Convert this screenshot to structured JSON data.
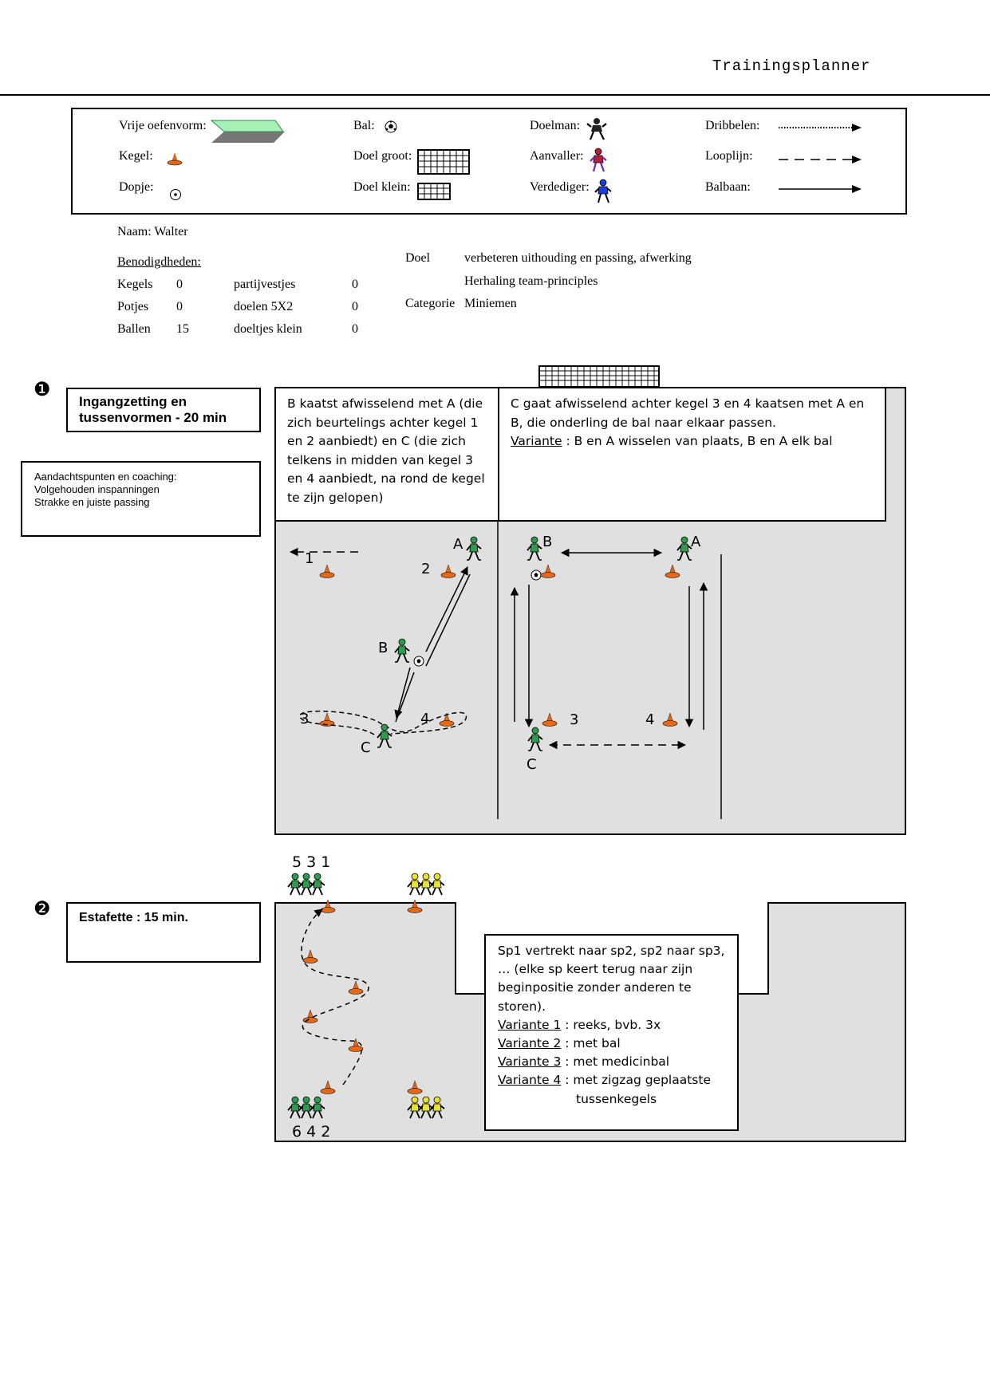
{
  "header": {
    "title": "Trainingsplanner"
  },
  "legend": {
    "vrije_oefenvorm": "Vrije oefenvorm:",
    "kegel": "Kegel:",
    "dopje": "Dopje:",
    "bal": "Bal:",
    "doel_groot": "Doel groot:",
    "doel_klein": "Doel klein:",
    "doelman": "Doelman:",
    "aanvaller": "Aanvaller:",
    "verdediger": "Verdediger:",
    "dribbelen": "Dribbelen:",
    "looplijn": "Looplijn:",
    "balbaan": "Balbaan:"
  },
  "info": {
    "naam": "Naam: Walter",
    "benodigdheden_title": "Benodigdheden:",
    "materials": [
      {
        "item": "Kegels",
        "qty": "0",
        "item2": "partijvestjes",
        "qty2": "0"
      },
      {
        "item": "Potjes",
        "qty": "0",
        "item2": "doelen 5X2",
        "qty2": "0"
      },
      {
        "item": "Ballen",
        "qty": "15",
        "item2": "doeltjes klein",
        "qty2": "0"
      }
    ],
    "doel_label": "Doel",
    "doel_line1": "verbeteren uithouding en passing, afwerking",
    "doel_line2": "Herhaling team-principles",
    "categorie_label": "Categorie",
    "categorie_value": "Miniemen"
  },
  "section1": {
    "number": "❶",
    "title": "Ingangzetting en tussenvormen - 20 min",
    "coaching_title": "Aandachtspunten en coaching:",
    "coaching_lines": [
      "Volgehouden inspanningen",
      "Strakke en juiste passing"
    ],
    "desc_left": "B kaatst afwisselend met A (die zich beurtelings achter kegel 1 en 2 aanbiedt) en C (die zich telkens in midden van kegel 3 en 4 aanbiedt, na rond de kegel te zijn gelopen)",
    "desc_right_text": "C gaat afwisselend achter kegel 3 en 4 kaatsen met A en B, die onderling de bal naar elkaar passen.",
    "desc_right_variant_label": "Variante",
    "desc_right_variant_text": " : B en A wisselen van plaats, B en A elk bal",
    "left_labels": {
      "k1": "1",
      "k2": "2",
      "k3": "3",
      "k4": "4",
      "A": "A",
      "B": "B",
      "C": "C"
    },
    "right_labels": {
      "B": "B",
      "A": "A",
      "k3": "3",
      "k4": "4",
      "C": "C"
    }
  },
  "section2": {
    "number": "❷",
    "title": "Estafette : 15 min.",
    "top_numbers": "5 3 1",
    "bottom_numbers": "6 4 2",
    "desc_line1": "Sp1 vertrekt naar sp2, sp2 naar sp3,",
    "desc_line2": "… (elke sp keert terug naar zijn",
    "desc_line3": "beginpositie zonder anderen te",
    "desc_line4": "storen).",
    "variants": [
      {
        "label": "Variante 1",
        "text": " : reeks, bvb. 3x"
      },
      {
        "label": "Variante 2",
        "text": " : met bal"
      },
      {
        "label": "Variante 3",
        "text": " : met medicinbal"
      },
      {
        "label": "Variante 4",
        "text": " : met zigzag geplaatste"
      }
    ],
    "variant4_cont": "tussenkegels"
  },
  "colors": {
    "field": "#e0e0e0",
    "cone": "#e06a1a",
    "player_green": "#2e9b4f",
    "player_yellow": "#e8e234",
    "slab_green": "#a6f0b8"
  }
}
